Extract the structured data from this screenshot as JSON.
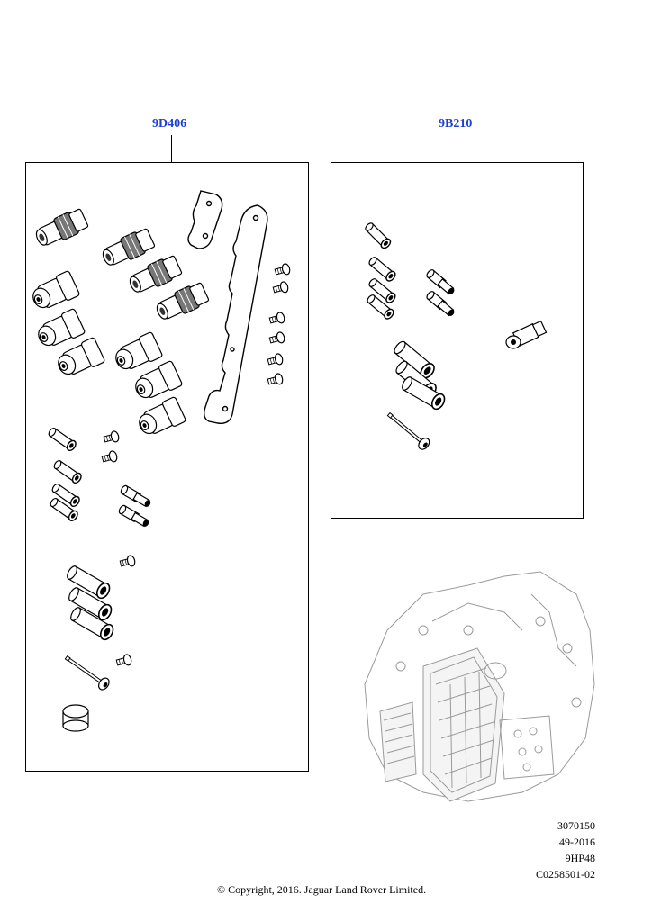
{
  "callouts": {
    "left": "9D406",
    "right": "9B210"
  },
  "reference": {
    "line1": "3070150",
    "line2": "49-2016",
    "line3": "9HP48",
    "line4": "C0258501-02"
  },
  "copyright": "© Copyright, 2016. Jaguar Land Rover Limited.",
  "icons": [
    "solenoid-valve-icon",
    "gasket-icon",
    "bolt-icon",
    "sleeve-icon",
    "pressure-sensor-icon",
    "transmission-icon"
  ]
}
